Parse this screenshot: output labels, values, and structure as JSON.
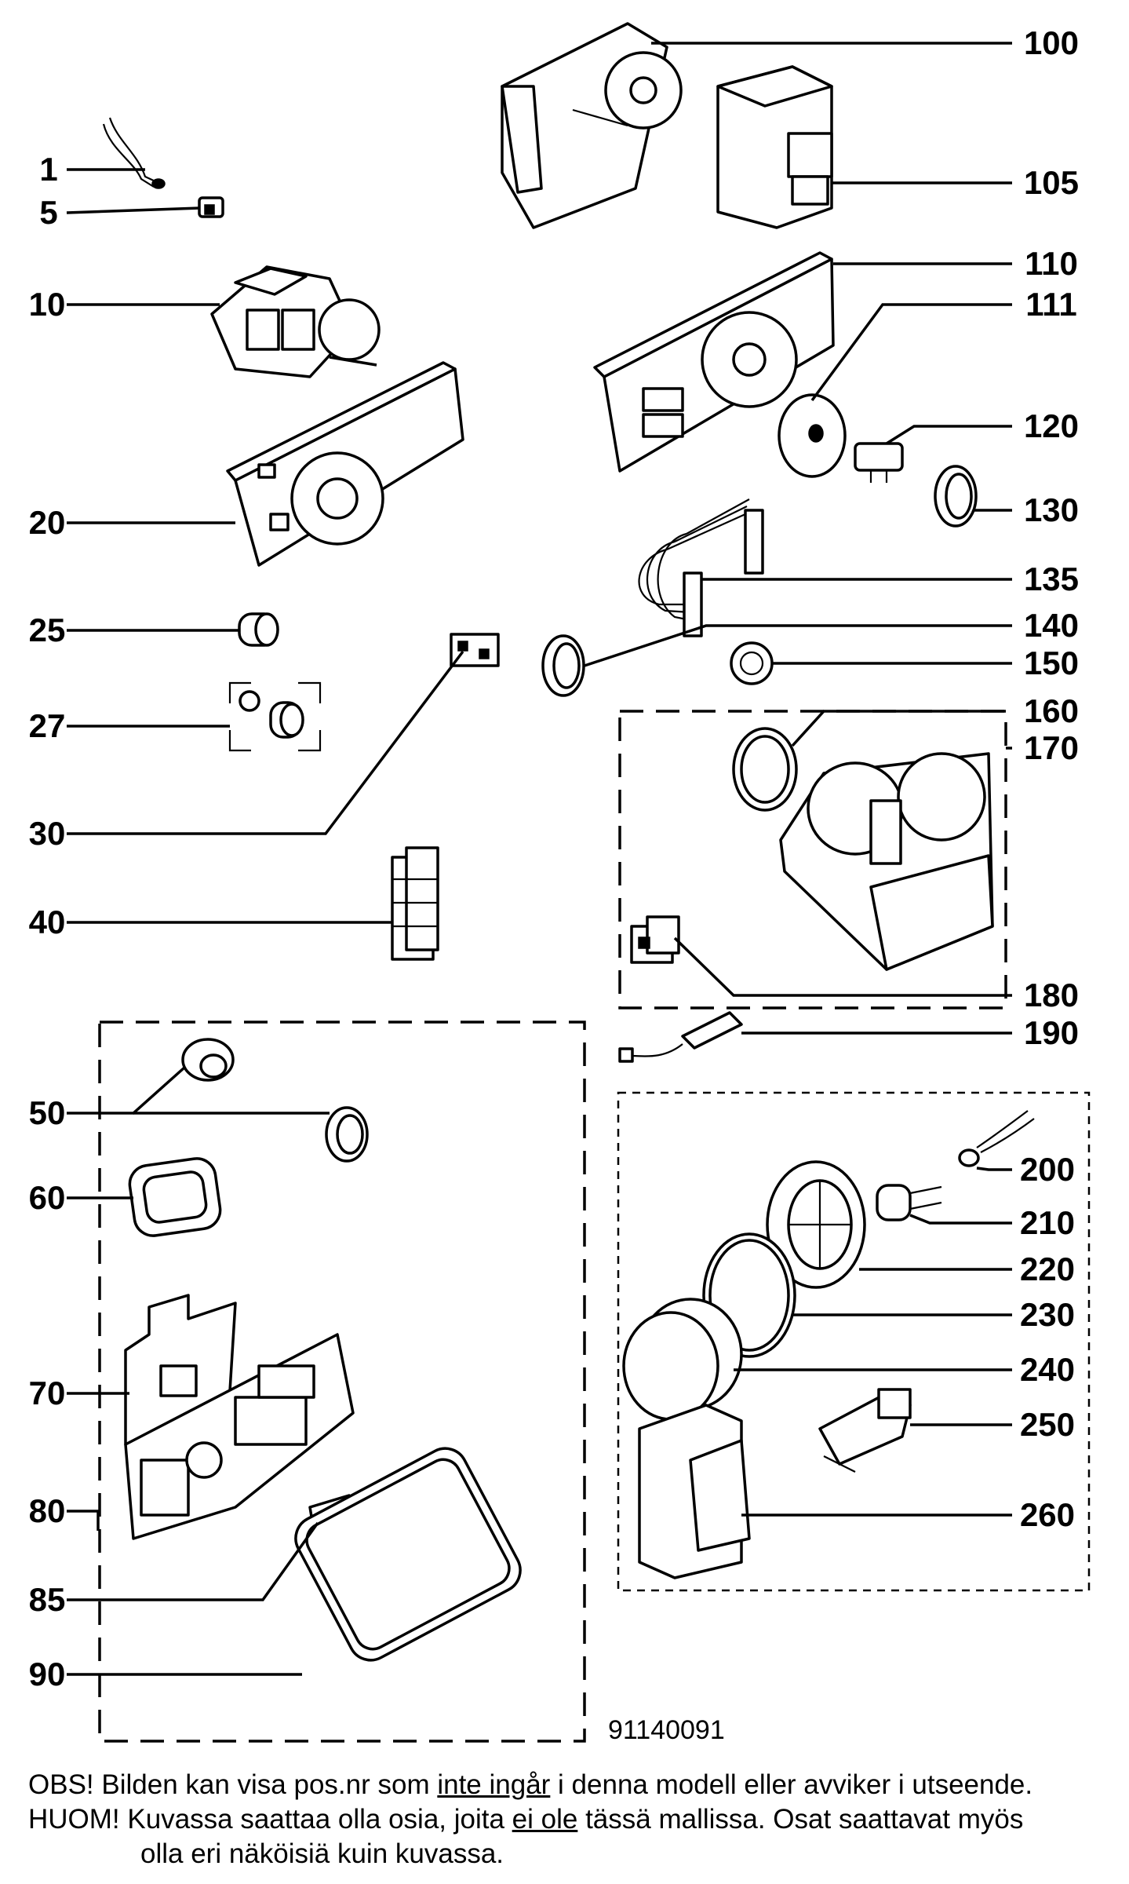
{
  "document_number": "91140091",
  "callouts": [
    "1",
    "5",
    "10",
    "20",
    "25",
    "27",
    "30",
    "40",
    "50",
    "60",
    "70",
    "80",
    "85",
    "90",
    "100",
    "105",
    "110",
    "111",
    "120",
    "130",
    "135",
    "140",
    "150",
    "160",
    "170",
    "180",
    "190",
    "200",
    "210",
    "220",
    "230",
    "240",
    "250",
    "260"
  ],
  "notes": {
    "line1": {
      "pre": "OBS! Bilden kan visa pos.nr som ",
      "underlined": "inte ingår",
      "post": " i denna modell eller avviker i utseende."
    },
    "line2": {
      "pre": "HUOM! Kuvassa saattaa olla osia, joita ",
      "underlined": "ei ole",
      "post": " tässä mallissa. Osat saattavat myös"
    },
    "line3": "olla eri näköisiä kuin kuvassa."
  }
}
